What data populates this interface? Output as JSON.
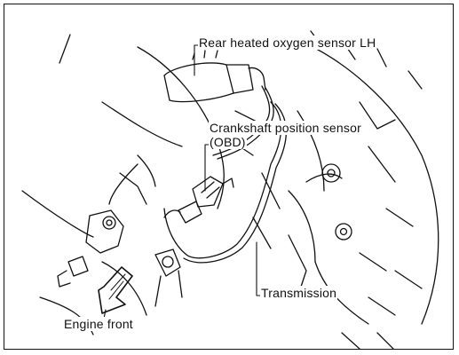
{
  "labels": {
    "rear_o2_sensor": "Rear heated oxygen sensor LH",
    "crankshaft_sensor": "Crankshaft position sensor",
    "crankshaft_sensor_sub": "(OBD)",
    "transmission": "Transmission",
    "engine_front": "Engine front"
  },
  "colors": {
    "ink": "#111111",
    "paper": "#ffffff"
  }
}
